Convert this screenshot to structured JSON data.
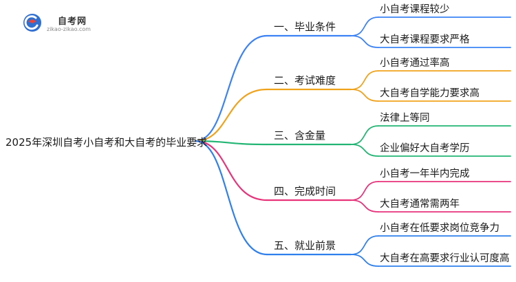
{
  "logo": {
    "title": "自考网",
    "url": "zikao-zikao.com",
    "colors": {
      "red": "#e8453c",
      "blue": "#2f6fd1",
      "gray": "#9aa3ad"
    }
  },
  "root": {
    "label": "2025年深圳自考小自考和大自考的毕业要求"
  },
  "branches": [
    {
      "label": "一、毕业条件",
      "color": "#3b82f6",
      "leaves": [
        "小自考课程较少",
        "大自考课程要求严格"
      ]
    },
    {
      "label": "二、考试难度",
      "color": "#f0a21a",
      "leaves": [
        "小自考通过率高",
        "大自考自学能力要求高"
      ]
    },
    {
      "label": "三、含金量",
      "color": "#22b573",
      "leaves": [
        "法律上等同",
        "企业偏好大自考学历"
      ]
    },
    {
      "label": "四、完成时间",
      "color": "#e8327a",
      "leaves": [
        "小自考一年半内完成",
        "大自考通常需两年"
      ]
    },
    {
      "label": "五、就业前景",
      "color": "#2f80ed",
      "leaves": [
        "小自考在低要求岗位竞争力",
        "大自考在高要求行业认可度高"
      ]
    }
  ]
}
